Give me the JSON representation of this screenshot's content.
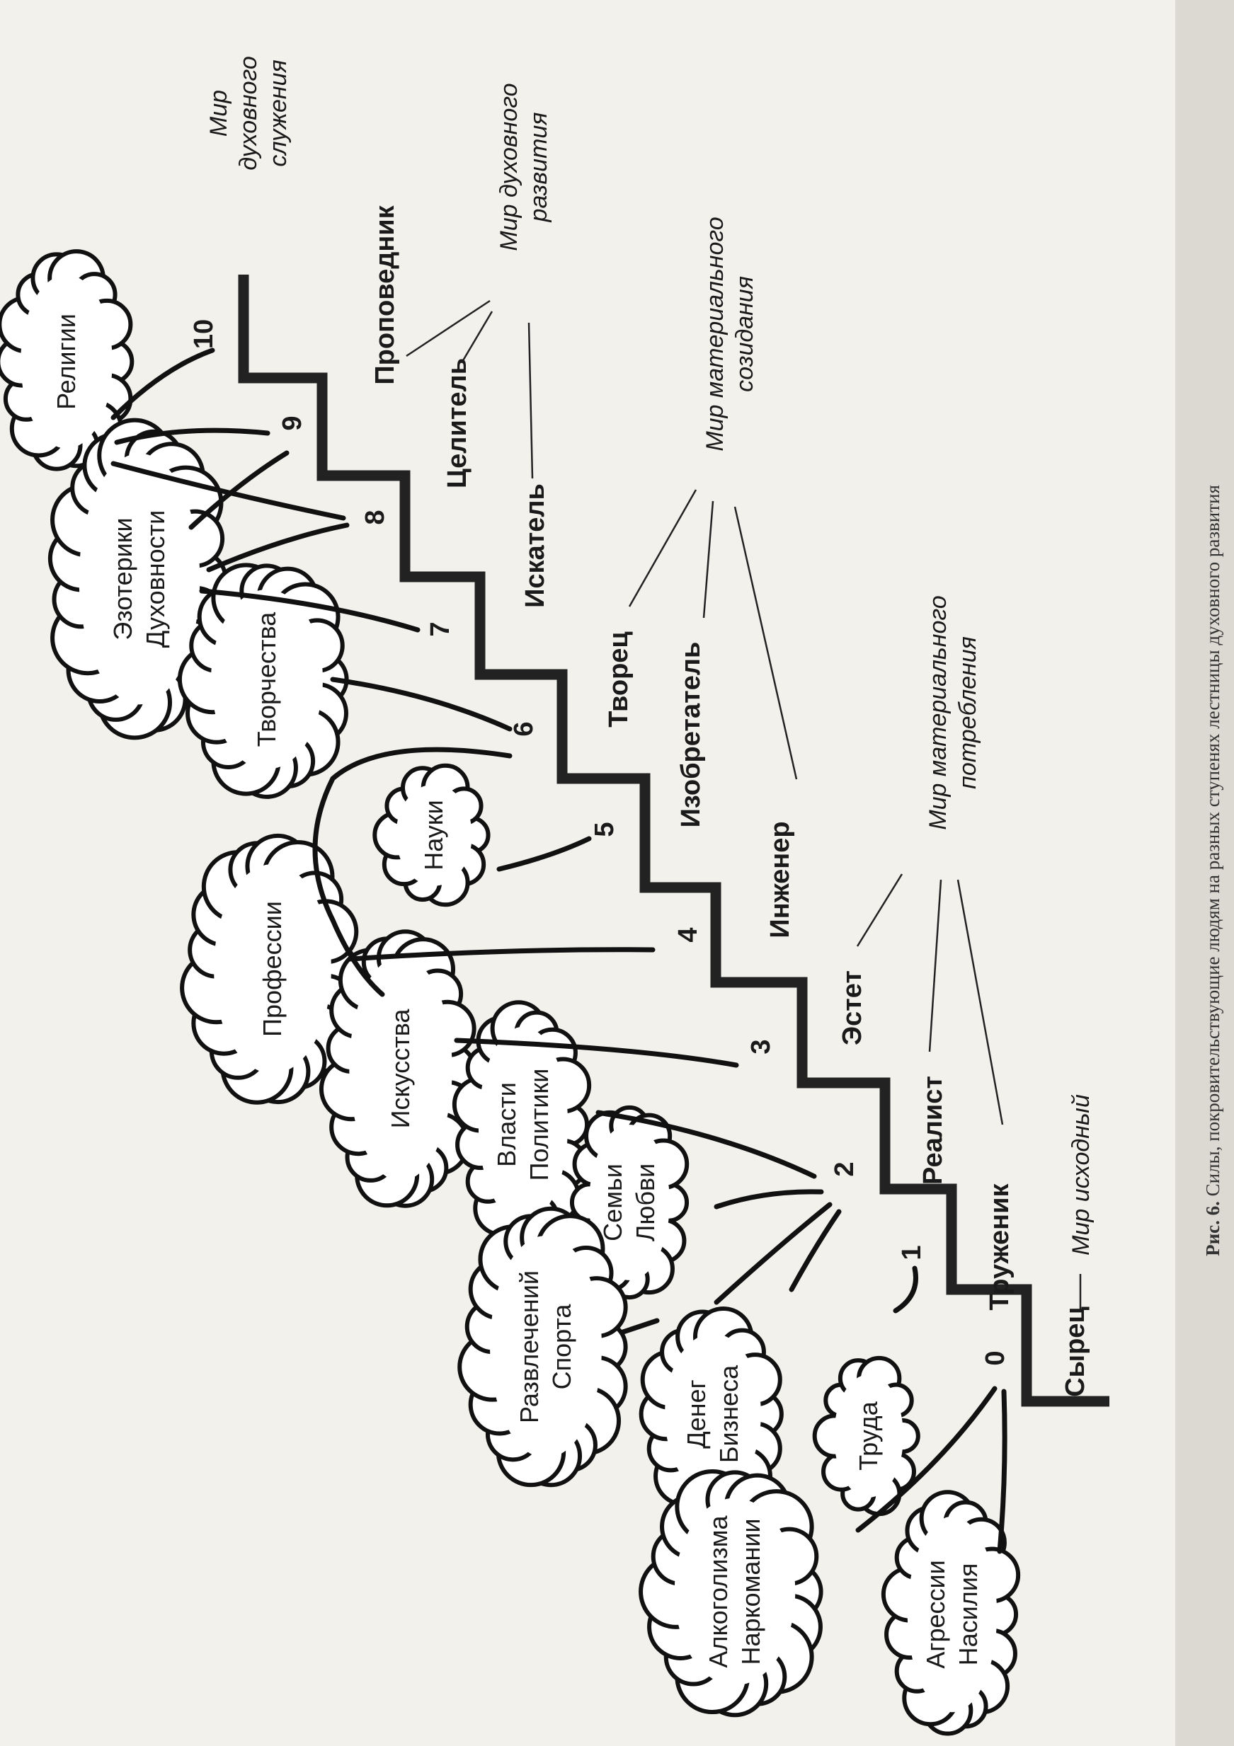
{
  "clouds": [
    {
      "id": "religions",
      "lines": [
        "Религии"
      ]
    },
    {
      "id": "esoterics",
      "lines": [
        "Эзотерики",
        "Духовности"
      ]
    },
    {
      "id": "creativity",
      "lines": [
        "Творчества"
      ]
    },
    {
      "id": "sciences",
      "lines": [
        "Науки"
      ]
    },
    {
      "id": "professions",
      "lines": [
        "Профессии"
      ]
    },
    {
      "id": "arts",
      "lines": [
        "Искусства"
      ]
    },
    {
      "id": "power",
      "lines": [
        "Власти",
        "Политики"
      ]
    },
    {
      "id": "family",
      "lines": [
        "Семьи",
        "Любви"
      ]
    },
    {
      "id": "entertainment",
      "lines": [
        "Развлечений",
        "Спорта"
      ]
    },
    {
      "id": "money",
      "lines": [
        "Денег",
        "Бизнеса"
      ]
    },
    {
      "id": "labor",
      "lines": [
        "Труда"
      ]
    },
    {
      "id": "addiction",
      "lines": [
        "Алкоголизма",
        "Наркомании"
      ]
    },
    {
      "id": "aggression",
      "lines": [
        "Агрессии",
        "Насилия"
      ]
    }
  ],
  "steps": [
    "10",
    "9",
    "8",
    "7",
    "6",
    "5",
    "4",
    "3",
    "2",
    "1",
    "0"
  ],
  "roles": [
    "Проповедник",
    "Целитель",
    "Искатель",
    "Творец",
    "Изобретатель",
    "Инженер",
    "Эстет",
    "Реалист",
    "Труженик",
    "Сырец"
  ],
  "worlds": [
    {
      "lines": [
        "Мир",
        "духовного",
        "служения"
      ]
    },
    {
      "lines": [
        "Мир духовного",
        "развития"
      ]
    },
    {
      "lines": [
        "Мир материального",
        "созидания"
      ]
    },
    {
      "lines": [
        "Мир материального",
        "потребления"
      ]
    },
    {
      "lines": [
        "Мир исходный"
      ]
    }
  ],
  "caption": {
    "label": "Рис. 6.",
    "text": "Силы, покровительствующие людям на разных ступенях лестницы духовного развития"
  }
}
